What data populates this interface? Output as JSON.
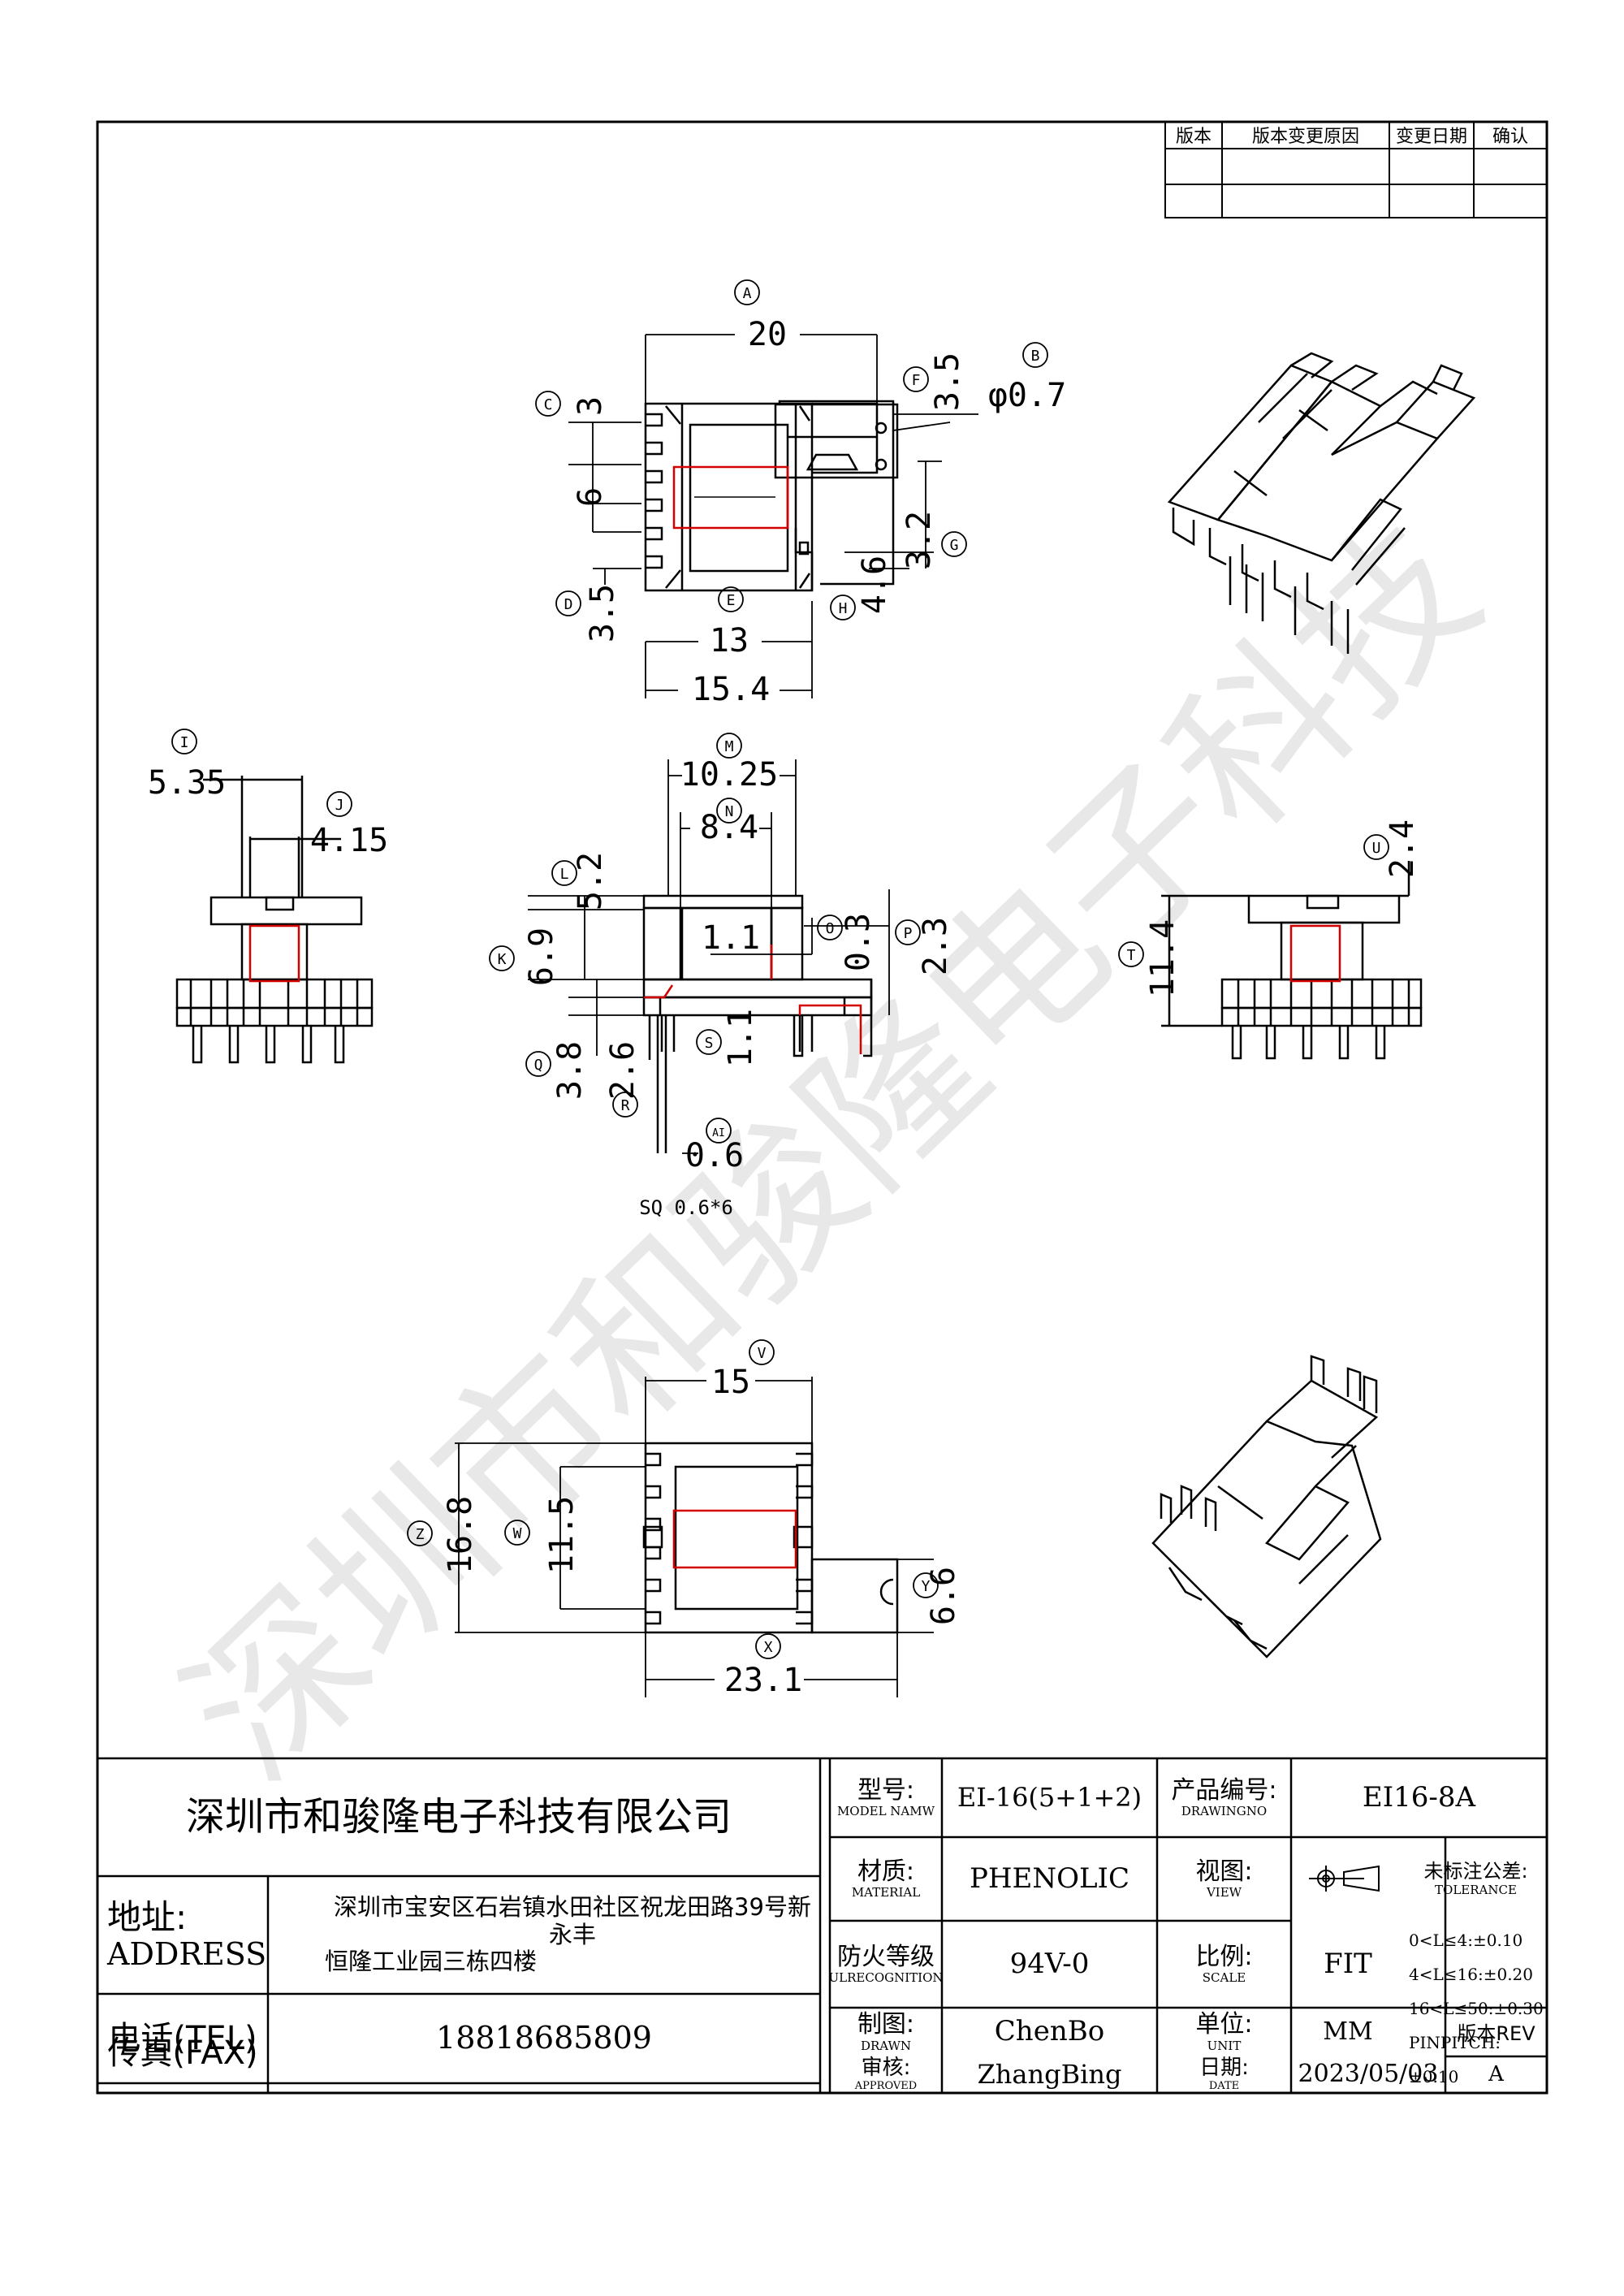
{
  "revision_table": {
    "headers": [
      "版本",
      "版本变更原因",
      "变更日期",
      "确认"
    ]
  },
  "drawing": {
    "watermark": "深圳市和骏隆电子科技",
    "top_view": {
      "dims": {
        "A": "20",
        "B": "φ0.7",
        "C": "3",
        "c6": "6",
        "D": "3.5",
        "E": "13",
        "F": "3.5",
        "G": "3.2",
        "H": "4.6",
        "w154": "15.4"
      },
      "circles": [
        "A",
        "B",
        "C",
        "D",
        "E",
        "F",
        "G",
        "H"
      ]
    },
    "side_view_left": {
      "I": "5.35",
      "J": "4.15"
    },
    "front_view": {
      "M": "10.25",
      "N": "8.4",
      "L": "5.2",
      "K": "6.9",
      "O": "0.3",
      "P": "2.3",
      "mid": "1.1",
      "S": "1.1",
      "Q": "3.8",
      "R": "2.6",
      "AI": "0.6",
      "note": "SQ 0.6*6"
    },
    "side_view_right": {
      "U": "2.4",
      "T": "11.4"
    },
    "bottom_view": {
      "V": "15",
      "Z": "16.8",
      "W": "11.5",
      "Y": "6.6",
      "X": "23.1"
    }
  },
  "title_block": {
    "company": "深圳市和骏隆电子科技有限公司",
    "address_label_cn": "地址:",
    "address_label_en": "ADDRESS",
    "address_line1": "深圳市宝安区石岩镇水田社区祝龙田路39号新永丰",
    "address_line2": "恒隆工业园三栋四楼",
    "tel_label": "电话(TEL)",
    "tel": "18818685809",
    "fax_label": "传真(FAX)",
    "fax": "",
    "model_cn": "型号:",
    "model_en": "MODEL NAMW",
    "model": "EI-16(5+1+2)",
    "drawingno_cn": "产品编号:",
    "drawingno_en": "DRAWINGNO",
    "drawingno": "EI16-8A",
    "material_cn": "材质:",
    "material_en": "MATERIAL",
    "material": "PHENOLIC",
    "view_cn": "视图:",
    "view_en": "VIEW",
    "tolerance_cn": "未标注公差:",
    "tolerance_en": "TOLERANCE",
    "tolerances": [
      "0<L≤4:±0.10",
      "4<L≤16:±0.20",
      "16<L≤50:±0.30",
      "PINPITCH:±0.10"
    ],
    "ul_cn": "防火等级",
    "ul_en": "ULRECOGNITION",
    "ul": "94V-0",
    "scale_cn": "比例:",
    "scale_en": "SCALE",
    "scale": "FIT",
    "drawn_cn": "制图:",
    "drawn_en": "DRAWN",
    "drawn": "ChenBo",
    "unit_cn": "单位:",
    "unit_en": "UNIT",
    "unit": "MM",
    "approved_cn": "审核:",
    "approved_en": "APPROVED",
    "approved": "ZhangBing",
    "date_cn": "日期:",
    "date_en": "DATE",
    "date": "2023/05/03",
    "rev_label": "版本REV",
    "rev": "A"
  }
}
